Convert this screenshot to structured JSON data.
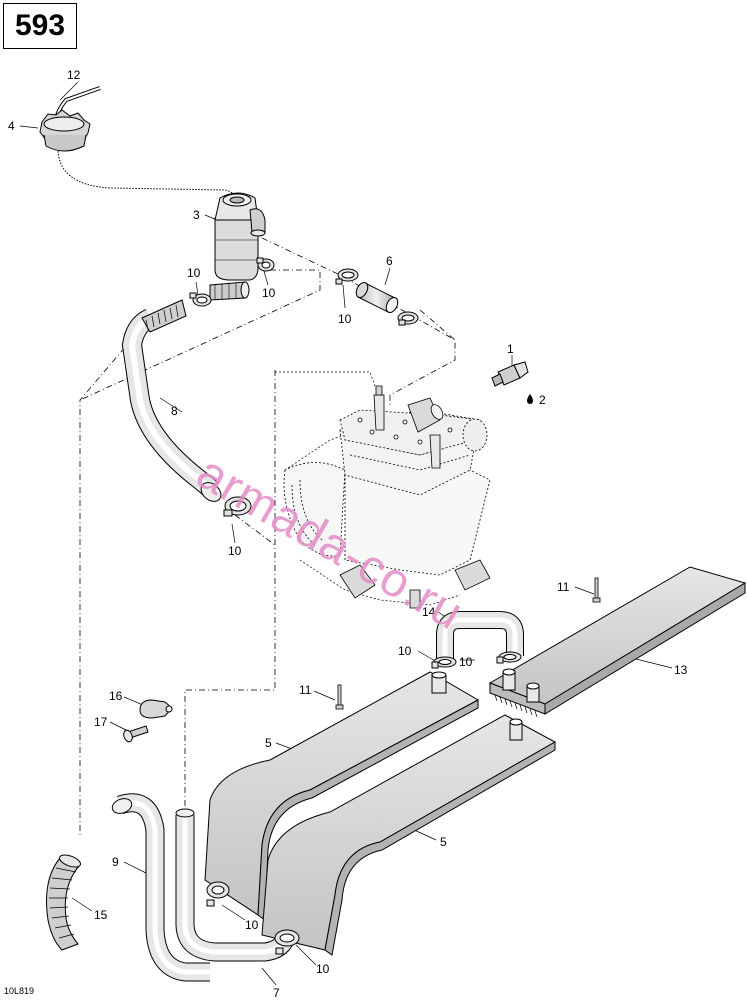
{
  "page_number": "593",
  "drawing_code": "10L819",
  "watermark": "armada-co.ru",
  "callouts": {
    "c1": "1",
    "c2": "2",
    "c3": "3",
    "c4": "4",
    "c5a": "5",
    "c5b": "5",
    "c6": "6",
    "c7": "7",
    "c8": "8",
    "c9": "9",
    "c10a": "10",
    "c10b": "10",
    "c10c": "10",
    "c10d": "10",
    "c10e": "10",
    "c10f": "10",
    "c10g": "10",
    "c10h": "10",
    "c11a": "11",
    "c11b": "11",
    "c12": "12",
    "c13": "13",
    "c14": "14",
    "c15": "15",
    "c16": "16",
    "c17": "17"
  },
  "colors": {
    "line": "#000000",
    "part_fill": "#d9d9d9",
    "part_shade": "#b5b5b5",
    "watermark": "#e58cc6"
  },
  "icons": {
    "sealant": "drop-icon"
  }
}
